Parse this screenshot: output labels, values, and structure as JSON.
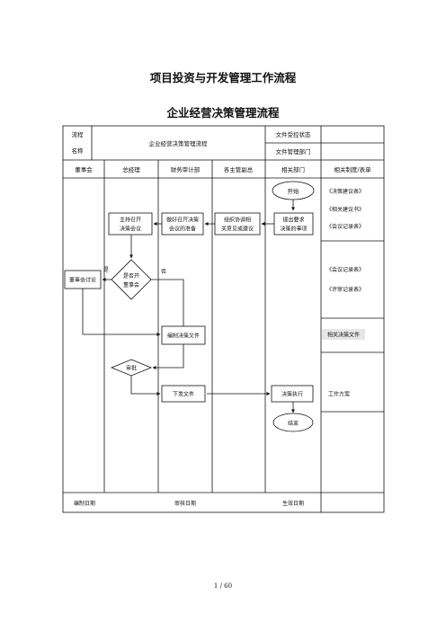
{
  "doc_title": "项目投资与开发管理工作流程",
  "chart_title": "企业经营决策管理流程",
  "header": {
    "process_label_1": "流程",
    "process_label_2": "名称",
    "process_name": "企业经营决策管理流程",
    "ctrl_status_label": "文件受控状态",
    "mgmt_dept_label": "文件管理部门"
  },
  "columns": [
    "董事会",
    "总经理",
    "财务审计部",
    "各主管副总",
    "相关部门",
    "相关制度/表单"
  ],
  "nodes": {
    "start": "开始",
    "host_1": "主持召开",
    "host_2": "决策会议",
    "prep_1": "做好召开决策",
    "prep_2": "会议的准备",
    "org_1": "组织协调相",
    "org_2": "关意见或建议",
    "propose_1": "提出要求",
    "propose_2": "决策的事项",
    "decision_1": "是否开",
    "decision_2": "董事会",
    "yes": "是",
    "no": "否",
    "board": "董事会讨论",
    "compile": "编制决策文件",
    "approve": "审批",
    "issue": "下发文件",
    "execute": "决策执行",
    "end": "结束"
  },
  "forms": {
    "group1": [
      "《决策建议表》",
      "《相关建议书》",
      "《会议记录表》"
    ],
    "group2": [
      "《会议记录表》",
      "《评审记录表》"
    ],
    "group3": "相关决策文件",
    "group4": "工作方案"
  },
  "footer": {
    "compiled": "编制日期",
    "reviewed": "审核日期",
    "effective": "生效日期"
  },
  "page_number": "1 / 60"
}
